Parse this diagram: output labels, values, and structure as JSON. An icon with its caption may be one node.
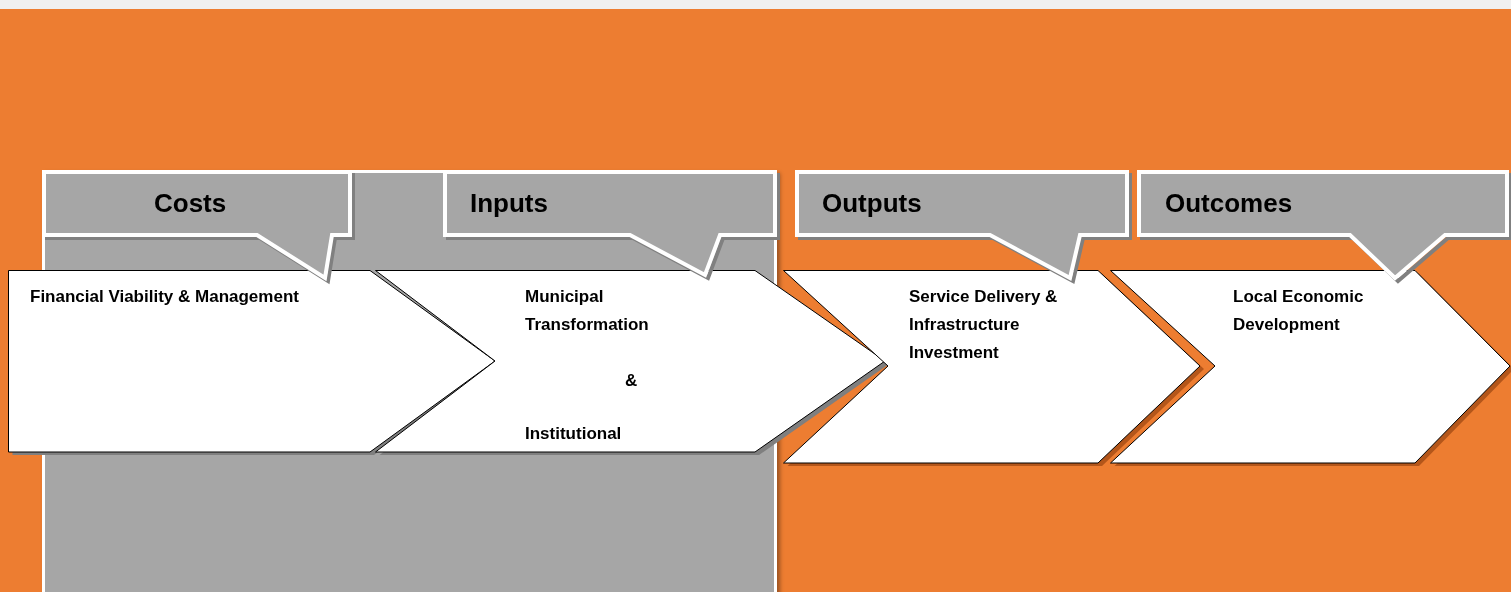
{
  "diagram": {
    "nodes": [
      {
        "text": [
          "Costs"
        ]
      },
      {
        "text": [
          "Inputs"
        ]
      },
      {
        "text": [
          "Outputs"
        ]
      },
      {
        "text": [
          "Outcomes"
        ]
      },
      {
        "text": [
          "Financial Viability & Management"
        ]
      },
      {
        "text": [
          "Municipal Transformation",
          "&",
          "Institutional"
        ]
      },
      {
        "text": [
          "Service Delivery & Infrastructure Investment"
        ]
      },
      {
        "text": [
          "Local Economic Development"
        ]
      }
    ],
    "edges": []
  }
}
